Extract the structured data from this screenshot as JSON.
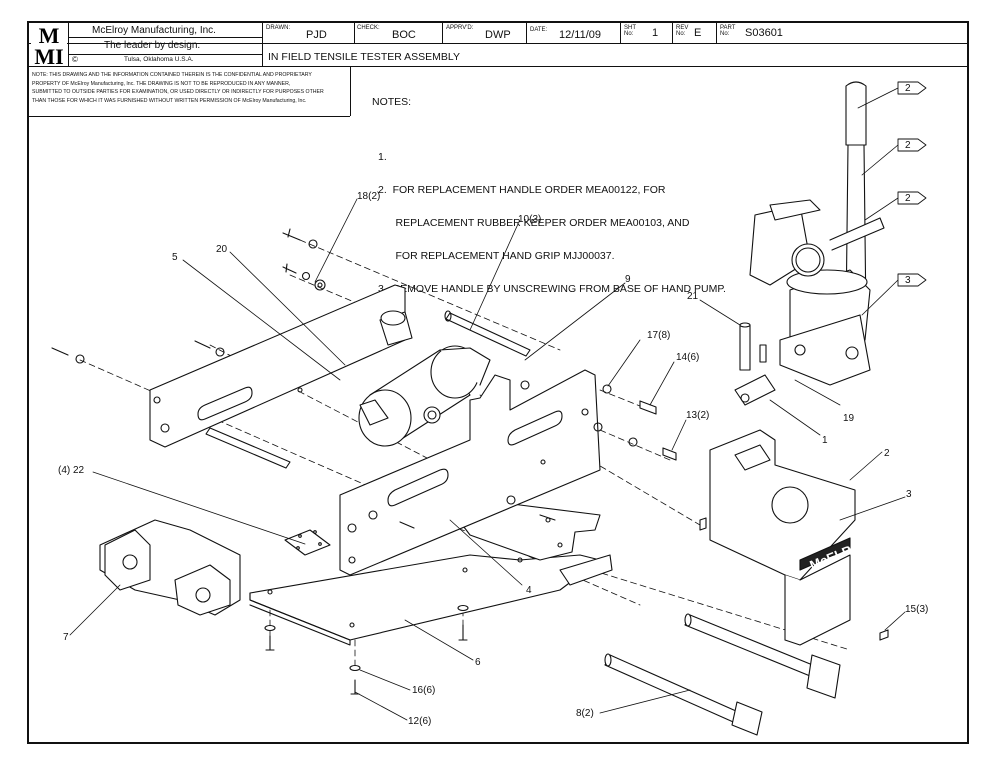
{
  "title_block": {
    "company_name": "McElroy Manufacturing, Inc.",
    "tagline": "The leader by design.",
    "location": "Tulsa, Oklahoma U.S.A.",
    "drawn_label": "DRAWN:",
    "drawn_value": "PJD",
    "check_label": "CHECK:",
    "check_value": "BOC",
    "apprvd_label": "APPRV'D:",
    "apprvd_value": "DWP",
    "date_label": "DATE:",
    "date_value": "12/11/09",
    "sht_label": "SHT No:",
    "sht_value": "1",
    "rev_label": "REV No:",
    "rev_value": "E",
    "part_label": "PART No:",
    "part_value": "S03601",
    "drawing_title": "IN FIELD TENSILE TESTER ASSEMBLY",
    "confidential_note": [
      "NOTE: THIS DRAWING AND THE INFORMATION CONTAINED THEREIN IS THE CONFIDENTIAL AND PROPRIETARY",
      "PROPERTY OF McElroy Manufacturing, Inc. THE DRAWING IS NOT TO BE REPRODUCED IN ANY MANNER,",
      "SUBMITTED TO OUTSIDE PARTIES FOR EXAMINATION, OR USED DIRECTLY OR INDIRECTLY FOR PURPOSES OTHER",
      "THAN THOSE FOR WHICH IT WAS FURNISHED WITHOUT WRITTEN PERMISSION OF McElroy Manufacturing, Inc."
    ]
  },
  "logo_text": "MMI",
  "brand_text": "McELROY",
  "notes": {
    "heading": "NOTES:",
    "items": [
      "1.",
      "2.  FOR REPLACEMENT HANDLE ORDER MEA00122, FOR",
      "      REPLACEMENT RUBBER KEEPER ORDER MEA00103, AND",
      "      FOR REPLACEMENT HAND GRIP MJJ00037.",
      "3.  REMOVE HANDLE BY UNSCREWING FROM BASE OF HAND PUMP."
    ]
  },
  "callouts": {
    "c18": "18(2)",
    "c10": "10(3)",
    "c20": "20",
    "c5": "5",
    "c9": "9",
    "c21": "21",
    "c17": "17(8)",
    "c14": "14(6)",
    "c19": "19",
    "c13": "13(2)",
    "c1": "1",
    "c2": "2",
    "c3": "3",
    "c22": "(4) 22",
    "c7": "7",
    "c4": "4",
    "c15": "15(3)",
    "c6": "6",
    "c16": "16(6)",
    "c12": "12(6)",
    "c8": "8(2)",
    "flag1": "2",
    "flag2": "2",
    "flag3": "2",
    "flag4": "3"
  }
}
